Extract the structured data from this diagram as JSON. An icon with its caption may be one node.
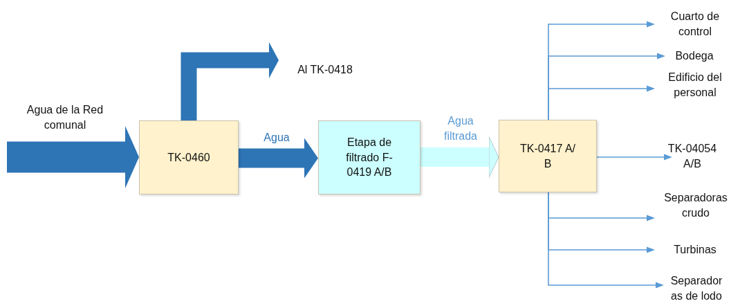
{
  "diagram": {
    "nodes": [
      {
        "text": [
          "TK-0460"
        ]
      },
      {
        "text": [
          "Etapa de filtrado F- 0419 A/B"
        ]
      },
      {
        "text": [
          "TK-0417 A/ B"
        ]
      },
      {
        "text": [
          "Al TK-0418"
        ]
      },
      {
        "text": [
          "Cuarto de control"
        ]
      },
      {
        "text": [
          "Bodega"
        ]
      },
      {
        "text": [
          "Edificio del personal"
        ]
      },
      {
        "text": [
          "TK-04054 A/B"
        ]
      },
      {
        "text": [
          "Separadoras crudo"
        ]
      },
      {
        "text": [
          "Turbinas"
        ]
      },
      {
        "text": [
          "Separador as de lodo"
        ]
      }
    ],
    "edges": [
      {
        "from": null,
        "to": 0,
        "arrow": "to",
        "label": "Agua de la Red comunal",
        "style": "thick",
        "color": "#2e75b6"
      },
      {
        "from": 0,
        "to": 3,
        "arrow": "to",
        "style": "thick",
        "color": "#2e75b6"
      },
      {
        "from": 0,
        "to": 1,
        "arrow": "to",
        "label": "Agua",
        "style": "thick",
        "color": "#2e75b6"
      },
      {
        "from": 1,
        "to": 2,
        "arrow": "to",
        "label": "Agua filtrada",
        "style": "thick",
        "color": "#ccffff"
      },
      {
        "from": 2,
        "to": 4,
        "arrow": "to"
      },
      {
        "from": 2,
        "to": 5,
        "arrow": "to"
      },
      {
        "from": 2,
        "to": 6,
        "arrow": "to"
      },
      {
        "from": 2,
        "to": 7,
        "arrow": "to"
      },
      {
        "from": 2,
        "to": 8,
        "arrow": "to"
      },
      {
        "from": 2,
        "to": 9,
        "arrow": "to"
      },
      {
        "from": 2,
        "to": 10,
        "arrow": "to"
      }
    ]
  }
}
